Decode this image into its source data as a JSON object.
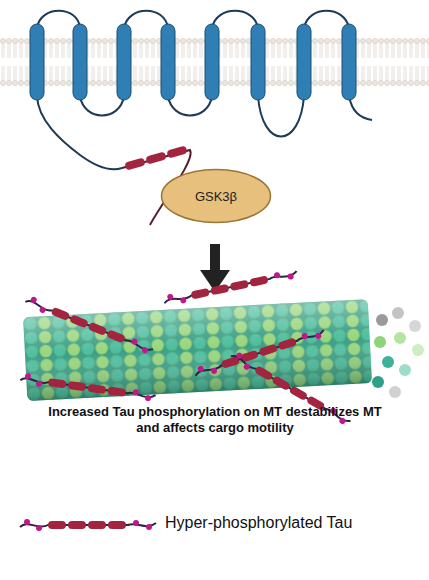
{
  "diagram": {
    "nodes": [
      {
        "text": [
          "GSK3β"
        ]
      }
    ],
    "labels": [
      "Increased Tau phosphorylation on MT destabilizes MT and affects cargo motility"
    ],
    "legend": [
      {
        "text": "Hyper-phosphorylated Tau"
      }
    ]
  }
}
